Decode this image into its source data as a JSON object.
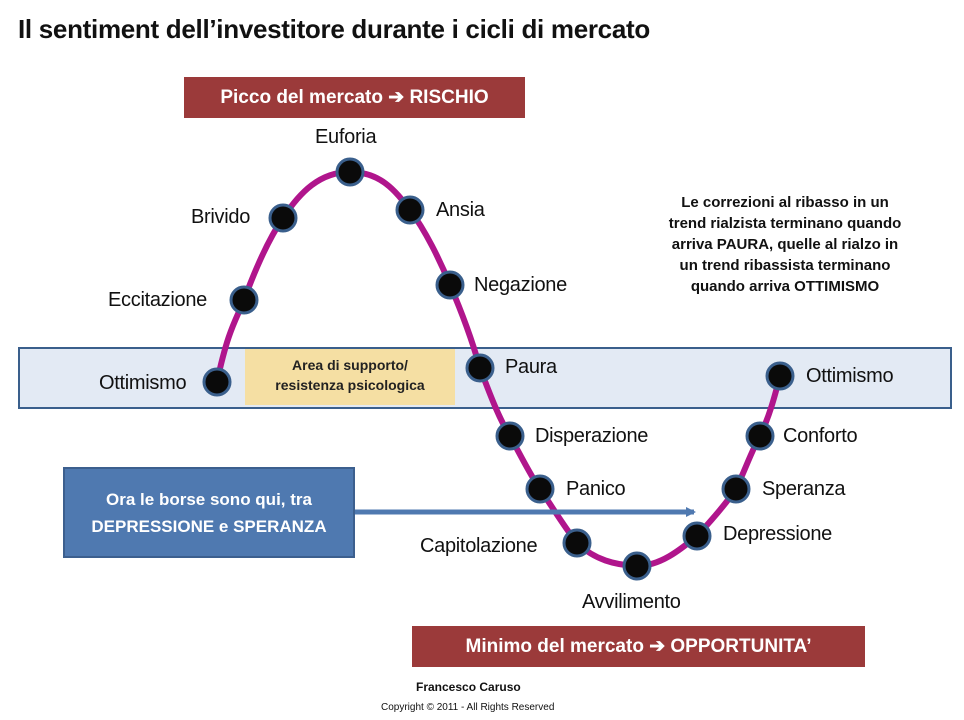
{
  "title": "Il sentiment dell’investitore durante i cicli di mercato",
  "peak_box": "Picco del mercato ➔ RISCHIO",
  "min_box": "Minimo del mercato ➔ OPPORTUNITA’",
  "support_area": [
    "Area di supporto/",
    "resistenza psicologica"
  ],
  "note_lines": [
    "Le correzioni al ribasso in un",
    "trend rialzista terminano quando",
    "arriva PAURA,  quelle al rialzo in",
    "un trend ribassista terminano",
    "quando arriva OTTIMISMO"
  ],
  "current_box": [
    "Ora le borse sono qui, tra",
    "DEPRESSIONE e SPERANZA"
  ],
  "stages": [
    "Ottimismo",
    "Eccitazione",
    "Brivido",
    "Euforia",
    "Ansia",
    "Negazione",
    "Paura",
    "Disperazione",
    "Panico",
    "Capitolazione",
    "Avvilimento",
    "Depressione",
    "Speranza",
    "Conforto",
    "Ottimismo"
  ],
  "author": "Francesco Caruso",
  "copyright": "Copyright © 2011 - All Rights Reserved",
  "colors": {
    "curve": "#b0158c",
    "band": "#e3eaf4",
    "red_box": "#9b3a3a",
    "blue_box": "#4f79b0",
    "support": "#f5dfa3"
  }
}
